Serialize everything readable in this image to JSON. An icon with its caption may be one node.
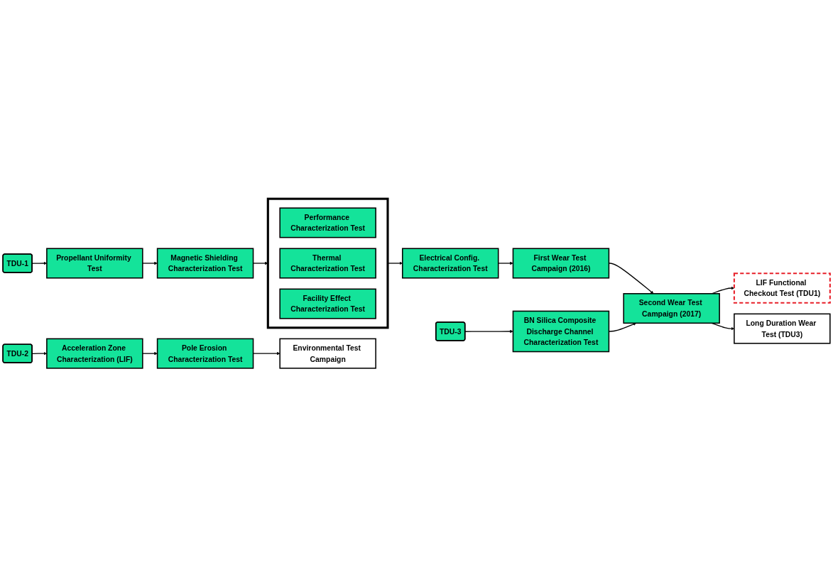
{
  "diagram": {
    "nodes": [
      {
        "text": [
          "TDU-1"
        ]
      },
      {
        "text": [
          "Propellant Uniformity Test"
        ]
      },
      {
        "text": [
          "Magnetic Shielding Characterization Test"
        ]
      },
      {
        "text": [],
        "shape": "box"
      },
      {
        "text": [
          "Performance Characterization Test"
        ],
        "in": 3
      },
      {
        "text": [
          "Thermal Characterization Test"
        ],
        "in": 3
      },
      {
        "text": [
          "Facility Effect Characterization Test"
        ],
        "in": 3
      },
      {
        "text": [
          "Electrical Config. Characterization Test"
        ]
      },
      {
        "text": [
          "First Wear Test Campaign (2016)"
        ]
      },
      {
        "text": [
          "Second Wear Test Campaign (2017)"
        ]
      },
      {
        "text": [
          "LIF Functional Checkout Test (TDU1)"
        ]
      },
      {
        "text": [
          "TDU-3"
        ]
      },
      {
        "text": [
          "BN Silica Composite Discharge Channel Characterization Test"
        ]
      },
      {
        "text": [
          "Long Duration Wear Test (TDU3)"
        ]
      },
      {
        "text": [
          "TDU-2"
        ]
      },
      {
        "text": [
          "Acceleration Zone Characterization (LIF)"
        ]
      },
      {
        "text": [
          "Pole Erosion Characterization Test"
        ]
      },
      {
        "text": [
          "Environmental Test Campaign"
        ]
      }
    ],
    "edges": [
      {
        "from": 0,
        "to": 1,
        "arrow": "to"
      },
      {
        "from": 1,
        "to": 2,
        "arrow": "to"
      },
      {
        "from": 2,
        "to": 3,
        "arrow": "to"
      },
      {
        "from": 3,
        "to": 7,
        "arrow": "to"
      },
      {
        "from": 7,
        "to": 8,
        "arrow": "to"
      },
      {
        "from": 8,
        "to": 9,
        "arrow": "to"
      },
      {
        "from": 9,
        "to": 10,
        "arrow": "to"
      },
      {
        "from": 9,
        "to": 13,
        "arrow": "to"
      },
      {
        "from": 11,
        "to": 12,
        "arrow": "to"
      },
      {
        "from": 12,
        "to": 9,
        "arrow": "to"
      },
      {
        "from": 14,
        "to": 15,
        "arrow": "to"
      },
      {
        "from": 15,
        "to": 16,
        "arrow": "to"
      },
      {
        "from": 16,
        "to": 17,
        "arrow": "to"
      }
    ]
  }
}
